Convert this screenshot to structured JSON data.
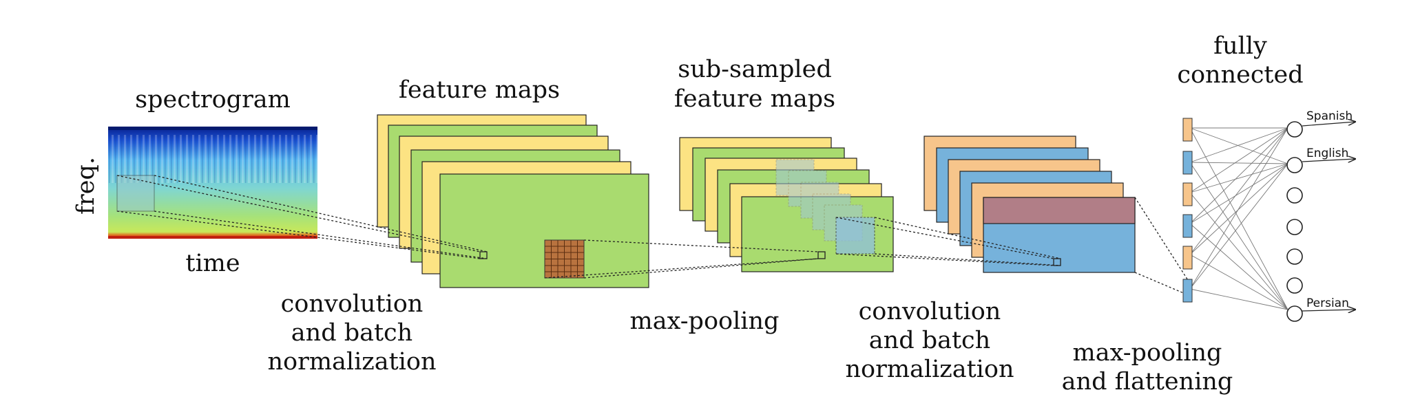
{
  "labels": {
    "spectrogram": "spectrogram",
    "freq": "freq.",
    "time": "time",
    "feature_maps": "feature maps",
    "subsampled_line1": "sub-sampled",
    "subsampled_line2": "feature maps",
    "fully_line1": "fully",
    "fully_line2": "connected",
    "conv1_line1": "convolution",
    "conv1_line2": "and batch",
    "conv1_line3": "normalization",
    "maxpool": "max-pooling",
    "conv2_line1": "convolution",
    "conv2_line2": "and batch",
    "conv2_line3": "normalization",
    "maxflat_line1": "max-pooling",
    "maxflat_line2": "and flattening"
  },
  "outputs": {
    "spanish": "Spanish",
    "english": "English",
    "persian": "Persian"
  },
  "colors": {
    "yellow": "#FCE383",
    "green": "#A9DB6F",
    "orange": "#F7C58B",
    "blue": "#76B2DB",
    "mauve": "#B17E87",
    "brown": "#B9733F",
    "spectro_top": "#0A2CA8",
    "spectro_mid": "#5FC8E8",
    "spectro_low": "#9BE07A",
    "spectro_bottom": "#D93A1A"
  }
}
